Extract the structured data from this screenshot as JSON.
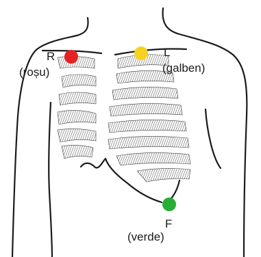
{
  "electrodes": [
    {
      "id": "R",
      "letter": "R",
      "color_name": "(roșu)",
      "color": "#e52222"
    },
    {
      "id": "L",
      "letter": "L",
      "color_name": "(galben)",
      "color": "#f7d21e"
    },
    {
      "id": "F",
      "letter": "F",
      "color_name": "(verde)",
      "color": "#27ae37"
    }
  ]
}
